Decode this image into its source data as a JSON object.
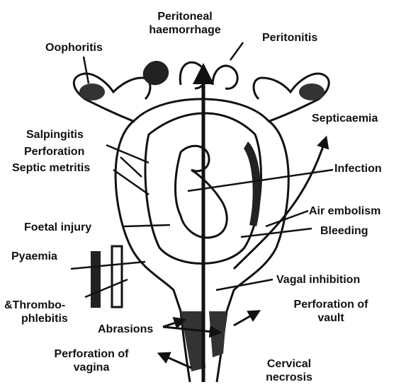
{
  "diagram": {
    "labels": {
      "peritoneal_haemorrhage": [
        "Peritoneal",
        "haemorrhage"
      ],
      "oophoritis": "Oophoritis",
      "peritonitis": "Peritonitis",
      "septicaemia": "Septicaemia",
      "salpingitis": "Salpingitis",
      "perforation": "Perforation",
      "septic_metritis": "Septic metritis",
      "infection": "Infection",
      "air_embolism": "Air embolism",
      "foetal_injury": "Foetal injury",
      "bleeding": "Bleeding",
      "pyaemia": "Pyaemia",
      "thrombophlebitis": [
        "&Thrombo-",
        "phlebitis"
      ],
      "vagal_inhibition": "Vagal inhibition",
      "perforation_of_vault": [
        "Perforation of",
        "vault"
      ],
      "abrasions": "Abrasions",
      "perforation_of_vagina": [
        "Perforation of",
        "vagina"
      ],
      "cervical_necrosis": [
        "Cervical",
        "necrosis"
      ]
    },
    "colors": {
      "ink": "#111111",
      "background": "#ffffff"
    }
  }
}
